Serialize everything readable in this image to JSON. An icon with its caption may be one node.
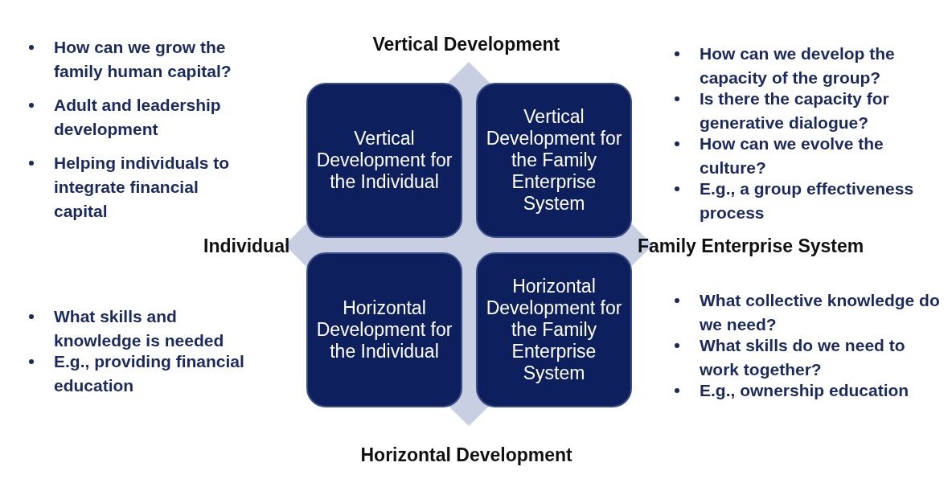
{
  "diagram": {
    "nodes": [
      {
        "text": [
          "Vertical Development for the Individual"
        ]
      },
      {
        "text": [
          "Vertical Development for the Family Enterprise System"
        ]
      },
      {
        "text": [
          "Horizontal Development for the Individual"
        ]
      },
      {
        "text": [
          "Horizontal Development for the Family Enterprise System"
        ]
      }
    ],
    "labels": [
      "Vertical Development",
      "How can we grow the family human capital?",
      "Adult and leadership development",
      "Helping individuals to integrate financial capital",
      "How can we develop the capacity of the group?",
      "Is there the capacity for generative dialogue?",
      "How can we evolve the culture?",
      "E.g., a group effectiveness process",
      "Individual",
      "Family Enterprise System",
      "What skills and knowledge is needed",
      "E.g., providing financial education",
      "What collective knowledge do we need?",
      "What skills do we need to work together?",
      "E.g., ownership education",
      "Horizontal Development"
    ]
  }
}
